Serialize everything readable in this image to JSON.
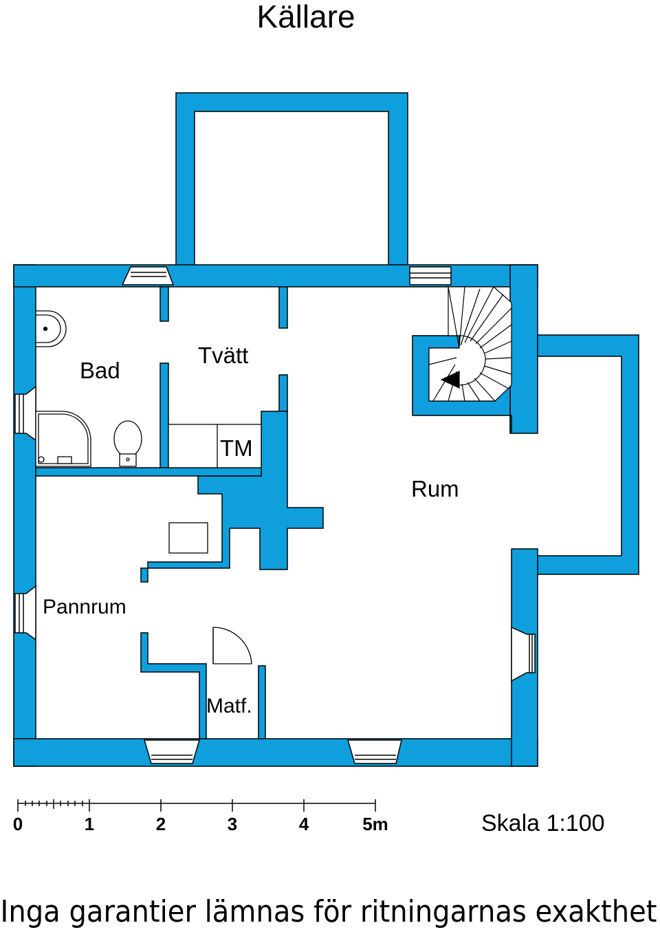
{
  "title": "Källare",
  "rooms": {
    "bad": "Bad",
    "tvatt": "Tvätt",
    "tm": "TM",
    "rum": "Rum",
    "pannrum": "Pannrum",
    "matf": "Matf."
  },
  "scale_bar": {
    "ticks": [
      "0",
      "1",
      "2",
      "3",
      "4",
      "5m"
    ],
    "label": "Skala 1:100"
  },
  "disclaimer": "Inga garantier lämnas för ritningarnas exakthet",
  "colors": {
    "wall": "#0f9fdc",
    "line": "#000000",
    "background": "#ffffff"
  }
}
